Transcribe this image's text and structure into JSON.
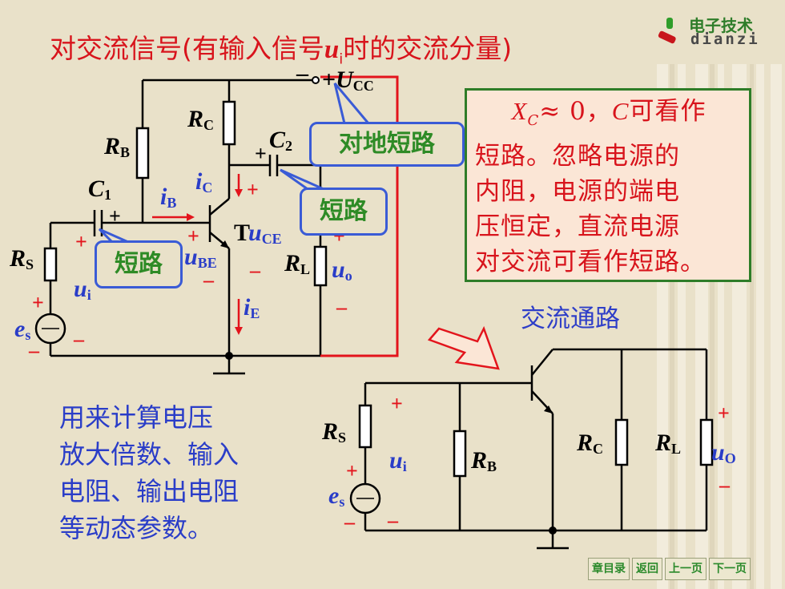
{
  "title": {
    "prefix": "对交流信号(有输入信号",
    "var": "u",
    "sub": "i",
    "suffix": "时的交流分量)"
  },
  "logo": {
    "line1": "电子技术",
    "line2": "dianzi"
  },
  "note": {
    "line1_c": "C",
    "line1_rest": "可看作",
    "line2": "短路。忽略电源的",
    "line3": "内阻，电源的端电",
    "line4": "压恒定，直流电源",
    "line5": "对交流可看作短路。",
    "xc": "X",
    "xc_sub": "C",
    "approx": "≈ 0，"
  },
  "callouts": {
    "ground_short": "对地短路",
    "c2_short": "短路",
    "c1_short": "短路"
  },
  "ac_path_label": "交流通路",
  "usage": [
    "用来计算电压",
    "放大倍数、输入",
    "电阻、输出电阻",
    "等动态参数。"
  ],
  "nav": {
    "chapter": "章目录",
    "back": "返回",
    "prev": "上一页",
    "next": "下一页"
  },
  "circuit1": {
    "ucc": "U",
    "ucc_sub": "CC",
    "rc": "R",
    "rc_sub": "C",
    "rb": "R",
    "rb_sub": "B",
    "c1": "C",
    "c1_sub": "1",
    "c2": "C",
    "c2_sub": "2",
    "ib": "i",
    "ib_sub": "B",
    "ic": "i",
    "ic_sub": "C",
    "t": "T",
    "uce": "u",
    "uce_sub": "CE",
    "ube": "u",
    "ube_sub": "BE",
    "rs": "R",
    "rs_sub": "S",
    "ui": "u",
    "ui_sub": "i",
    "es": "e",
    "es_sub": "s",
    "rl": "R",
    "rl_sub": "L",
    "uo": "u",
    "uo_sub": "o",
    "ie": "i",
    "ie_sub": "E",
    "plus": "+",
    "minus": "–"
  },
  "circuit2": {
    "rs": "R",
    "rs_sub": "S",
    "ui": "u",
    "ui_sub": "i",
    "rb": "R",
    "rb_sub": "B",
    "rc": "R",
    "rc_sub": "C",
    "rl": "R",
    "rl_sub": "L",
    "uo": "u",
    "uo_sub": "O",
    "es": "e",
    "es_sub": "s",
    "plus": "+",
    "minus": "–"
  }
}
